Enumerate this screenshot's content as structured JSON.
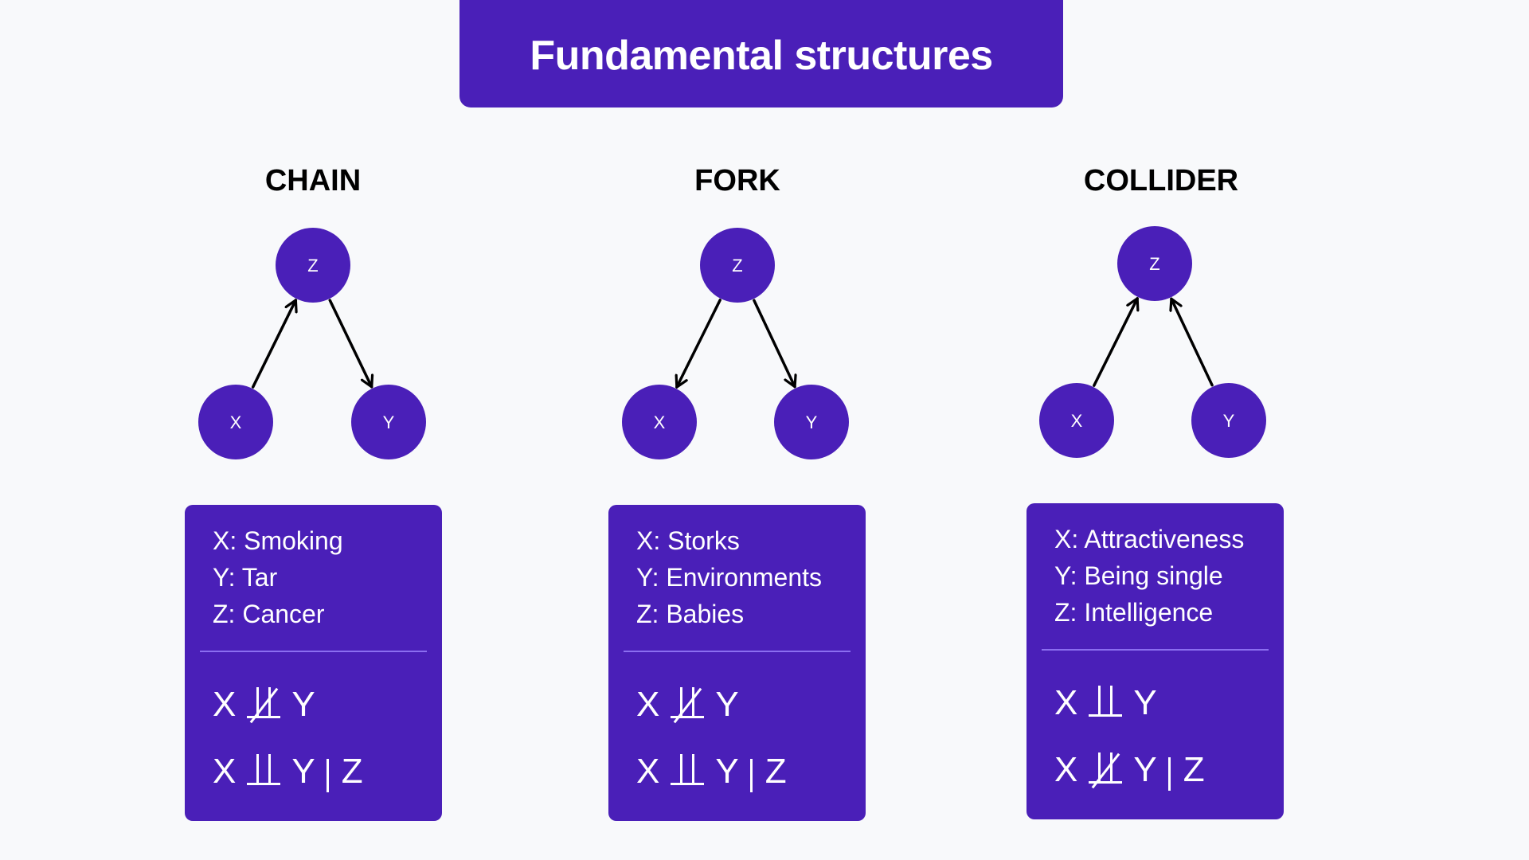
{
  "header": {
    "title": "Fundamental structures"
  },
  "colors": {
    "accent": "#4a1fb8",
    "background": "#f8f9fb",
    "divider": "#8b6ef0",
    "text_on_accent": "#ffffff",
    "arrow": "#000000"
  },
  "structures": [
    {
      "name": "CHAIN",
      "nodes": {
        "top": "Z",
        "left": "X",
        "right": "Y"
      },
      "edges": [
        {
          "from": "X",
          "to": "Z"
        },
        {
          "from": "Z",
          "to": "Y"
        }
      ],
      "variables": [
        "X: Smoking",
        "Y: Tar",
        "Z: Cancer"
      ],
      "formulas": [
        {
          "left": "X",
          "relation": "not-independent",
          "right": "Y",
          "condition": ""
        },
        {
          "left": "X",
          "relation": "independent",
          "right": "Y",
          "condition": "Z"
        }
      ]
    },
    {
      "name": "FORK",
      "nodes": {
        "top": "Z",
        "left": "X",
        "right": "Y"
      },
      "edges": [
        {
          "from": "Z",
          "to": "X"
        },
        {
          "from": "Z",
          "to": "Y"
        }
      ],
      "variables": [
        "X: Storks",
        "Y: Environments",
        "Z: Babies"
      ],
      "formulas": [
        {
          "left": "X",
          "relation": "not-independent",
          "right": "Y",
          "condition": ""
        },
        {
          "left": "X",
          "relation": "independent",
          "right": "Y",
          "condition": "Z"
        }
      ]
    },
    {
      "name": "COLLIDER",
      "nodes": {
        "top": "Z",
        "left": "X",
        "right": "Y"
      },
      "edges": [
        {
          "from": "X",
          "to": "Z"
        },
        {
          "from": "Y",
          "to": "Z"
        }
      ],
      "variables": [
        "X: Attractiveness",
        "Y: Being single",
        "Z: Intelligence"
      ],
      "formulas": [
        {
          "left": "X",
          "relation": "independent",
          "right": "Y",
          "condition": ""
        },
        {
          "left": "X",
          "relation": "not-independent",
          "right": "Y",
          "condition": "Z"
        }
      ]
    }
  ]
}
